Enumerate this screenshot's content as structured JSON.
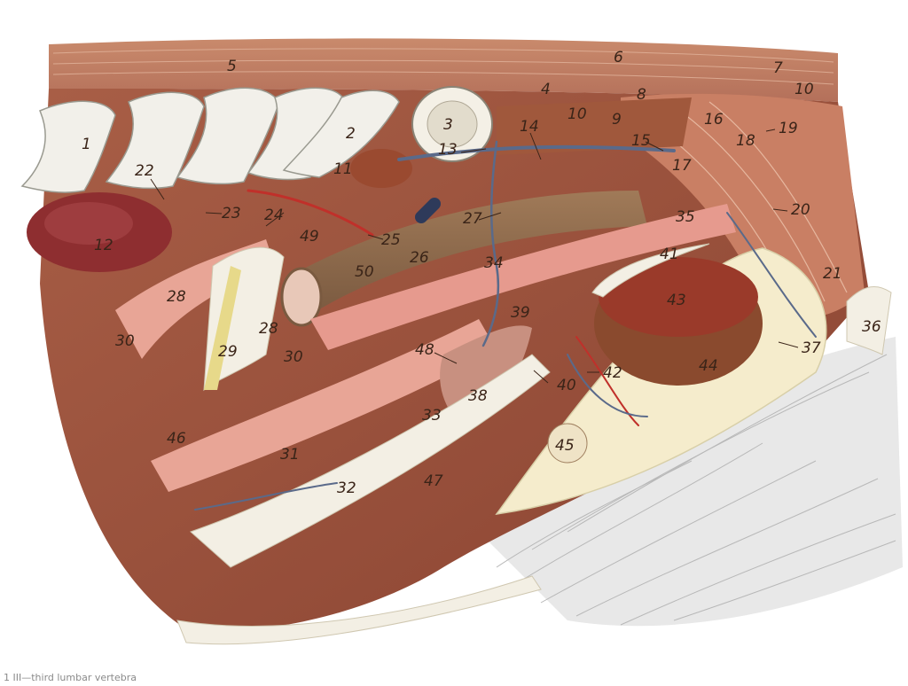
{
  "labels": {
    "l1": "1",
    "l2": "2",
    "l3": "3",
    "l4": "4",
    "l5": "5",
    "l6": "6",
    "l7": "7",
    "l8": "8",
    "l9": "9",
    "l10a": "10",
    "l10b": "10",
    "l11": "11",
    "l12": "12",
    "l13": "13",
    "l14": "14",
    "l15": "15",
    "l16": "16",
    "l17": "17",
    "l18": "18",
    "l19": "19",
    "l20": "20",
    "l21": "21",
    "l22": "22",
    "l23": "23",
    "l24": "24",
    "l25": "25",
    "l26": "26",
    "l27": "27",
    "l28a": "28",
    "l28b": "28",
    "l29": "29",
    "l30a": "30",
    "l30b": "30",
    "l31": "31",
    "l32": "32",
    "l33": "33",
    "l34": "34",
    "l35": "35",
    "l36": "36",
    "l37": "37",
    "l38": "38",
    "l39": "39",
    "l40": "40",
    "l41": "41",
    "l42": "42",
    "l43": "43",
    "l44": "44",
    "l45": "45",
    "l46": "46",
    "l47": "47",
    "l48": "48",
    "l49": "49",
    "l50": "50"
  },
  "caption": "1 III—third lumbar vertebra"
}
